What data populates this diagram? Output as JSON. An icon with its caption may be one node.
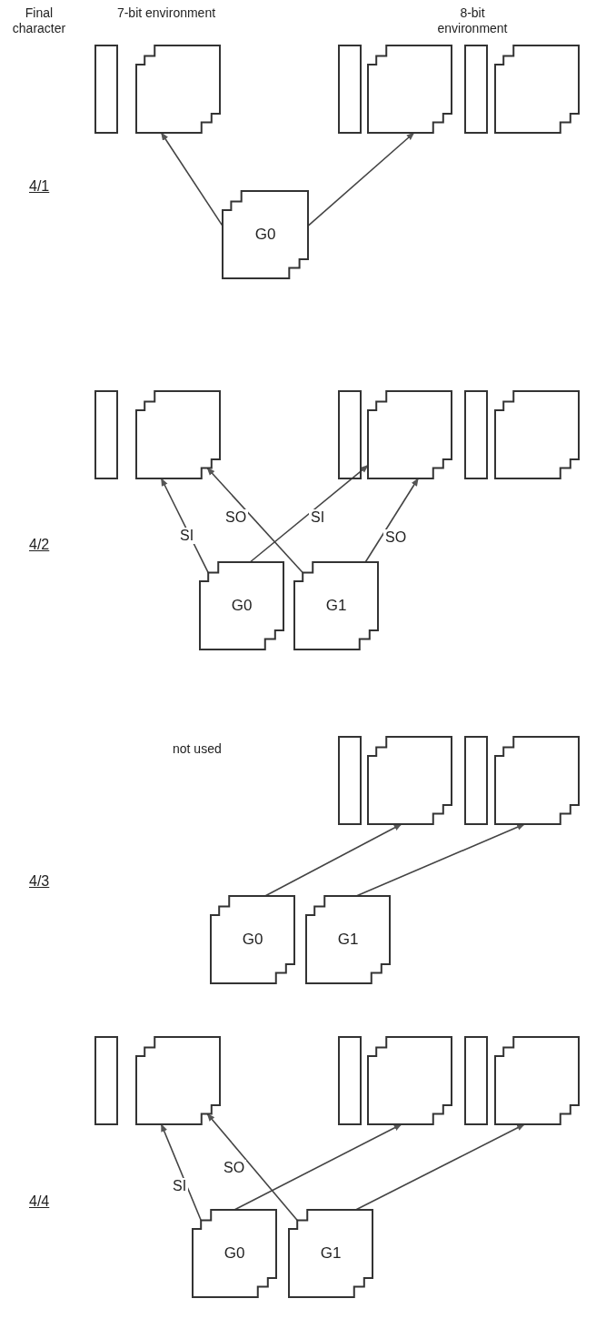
{
  "diagram": {
    "nodes": [
      {
        "text": [],
        "shape": "bar"
      },
      {
        "text": [],
        "shape": "box"
      },
      {
        "text": [],
        "shape": "bar"
      },
      {
        "text": [],
        "shape": "box"
      },
      {
        "text": [],
        "shape": "bar"
      },
      {
        "text": [],
        "shape": "box"
      },
      {
        "text": [
          "G0"
        ]
      },
      {
        "text": [],
        "shape": "bar"
      },
      {
        "text": [],
        "shape": "box"
      },
      {
        "text": [],
        "shape": "bar"
      },
      {
        "text": [],
        "shape": "box"
      },
      {
        "text": [],
        "shape": "bar"
      },
      {
        "text": [],
        "shape": "box"
      },
      {
        "text": [
          "G0"
        ]
      },
      {
        "text": [
          "G1"
        ]
      },
      {
        "text": [],
        "shape": "bar"
      },
      {
        "text": [],
        "shape": "box"
      },
      {
        "text": [],
        "shape": "bar"
      },
      {
        "text": [],
        "shape": "box"
      },
      {
        "text": [
          "G0"
        ]
      },
      {
        "text": [
          "G1"
        ]
      },
      {
        "text": [],
        "shape": "bar"
      },
      {
        "text": [],
        "shape": "box"
      },
      {
        "text": [],
        "shape": "bar"
      },
      {
        "text": [],
        "shape": "box"
      },
      {
        "text": [],
        "shape": "bar"
      },
      {
        "text": [],
        "shape": "box"
      },
      {
        "text": [
          "G0"
        ]
      },
      {
        "text": [
          "G1"
        ]
      }
    ],
    "edges": [
      {
        "from": 6,
        "to": 1,
        "arrow": "to"
      },
      {
        "from": 6,
        "to": 3,
        "arrow": "to"
      },
      {
        "from": 13,
        "to": 8,
        "arrow": "to",
        "label": "SI"
      },
      {
        "from": 14,
        "to": 8,
        "arrow": "to",
        "label": "SO"
      },
      {
        "from": 13,
        "to": 10,
        "arrow": "to",
        "label": "SI"
      },
      {
        "from": 14,
        "to": 10,
        "arrow": "to",
        "label": "SO"
      },
      {
        "from": 19,
        "to": 16,
        "arrow": "to"
      },
      {
        "from": 20,
        "to": 18,
        "arrow": "to"
      },
      {
        "from": 27,
        "to": 22,
        "arrow": "to",
        "label": "SI"
      },
      {
        "from": 28,
        "to": 22,
        "arrow": "to",
        "label": "SO"
      },
      {
        "from": 27,
        "to": 24,
        "arrow": "to"
      },
      {
        "from": 28,
        "to": 26,
        "arrow": "to"
      }
    ],
    "labels": [
      "Final character",
      "7-bit environment",
      "8-bit environment",
      "4/1",
      "4/2",
      "not used",
      "4/3",
      "4/4"
    ]
  }
}
